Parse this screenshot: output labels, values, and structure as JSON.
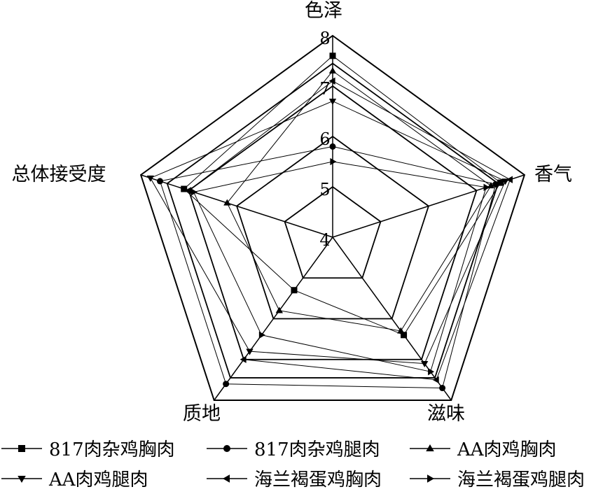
{
  "chart_data": {
    "type": "radar",
    "title": "",
    "axes": [
      "色泽",
      "香气",
      "滋味",
      "质地",
      "总体接受度"
    ],
    "rlim": [
      4,
      8
    ],
    "ticks": [
      "4",
      "5",
      "6",
      "7",
      "8"
    ],
    "tick_values": [
      4,
      5,
      6,
      7,
      8
    ],
    "grid": true,
    "legend_position": "bottom",
    "series": [
      {
        "name": "817肉杂鸡胸肉",
        "marker": "square",
        "values": [
          7.6,
          7.5,
          6.4,
          5.3,
          7.1
        ]
      },
      {
        "name": "817肉杂鸡腿肉",
        "marker": "circle",
        "values": [
          5.8,
          7.4,
          7.7,
          7.6,
          7.6
        ]
      },
      {
        "name": "AA肉鸡胸肉",
        "marker": "triangle-up",
        "values": [
          7.3,
          7.3,
          6.3,
          5.8,
          6.2
        ]
      },
      {
        "name": "AA肉鸡腿肉",
        "marker": "triangle-down",
        "values": [
          6.7,
          7.6,
          7.1,
          6.8,
          7.8
        ]
      },
      {
        "name": "海兰褐蛋鸡胸肉",
        "marker": "triangle-left",
        "values": [
          7.1,
          7.7,
          7.5,
          7.0,
          7.0
        ]
      },
      {
        "name": "海兰褐蛋鸡腿肉",
        "marker": "triangle-right",
        "values": [
          5.5,
          7.2,
          7.3,
          6.4,
          6.9
        ]
      }
    ]
  }
}
